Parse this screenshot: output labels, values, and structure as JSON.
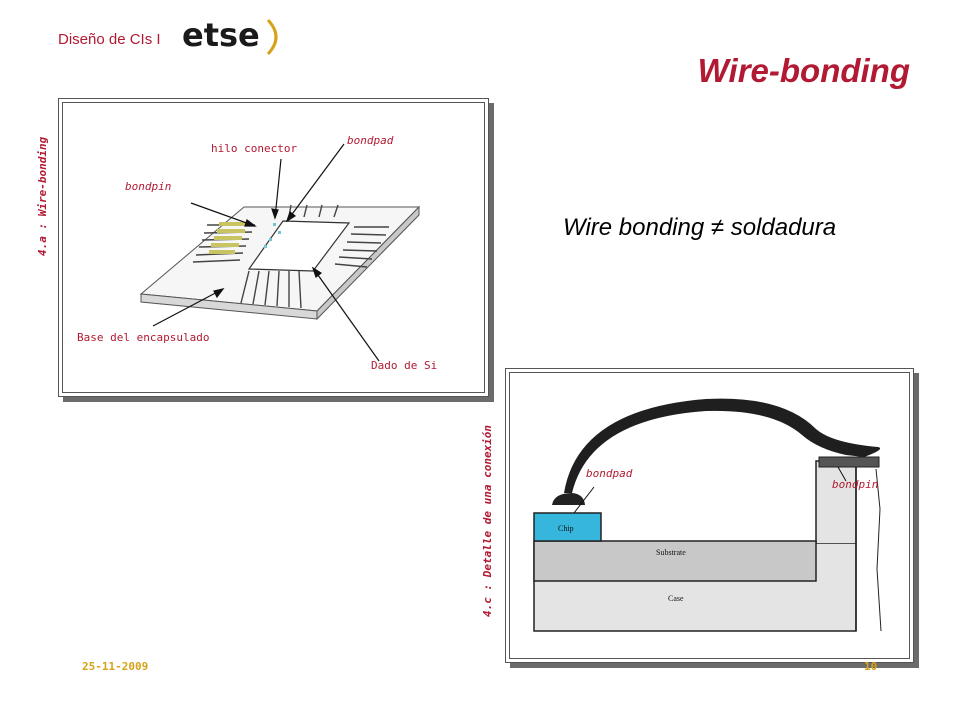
{
  "header": {
    "course": "Diseño de CIs I",
    "logo_text": "etse"
  },
  "title": "Wire-bonding",
  "subtitle": "Wire bonding ≠ soldadura",
  "figure_a": {
    "side_label": "4.a : Wire-bonding",
    "labels": {
      "bondpad": "bondpad",
      "hilo": "hilo conector",
      "bondpin": "bondpin",
      "base": "Base del encapsulado",
      "dado": "Dado de Si"
    }
  },
  "figure_c": {
    "side_label": "4.c : Detalle de una conexión",
    "labels": {
      "bondpad": "bondpad",
      "bondpin": "bondpin",
      "chip": "Chip",
      "substrate": "Substrate",
      "case": "Case"
    }
  },
  "footer": {
    "date": "25-11-2009",
    "page": "10"
  }
}
